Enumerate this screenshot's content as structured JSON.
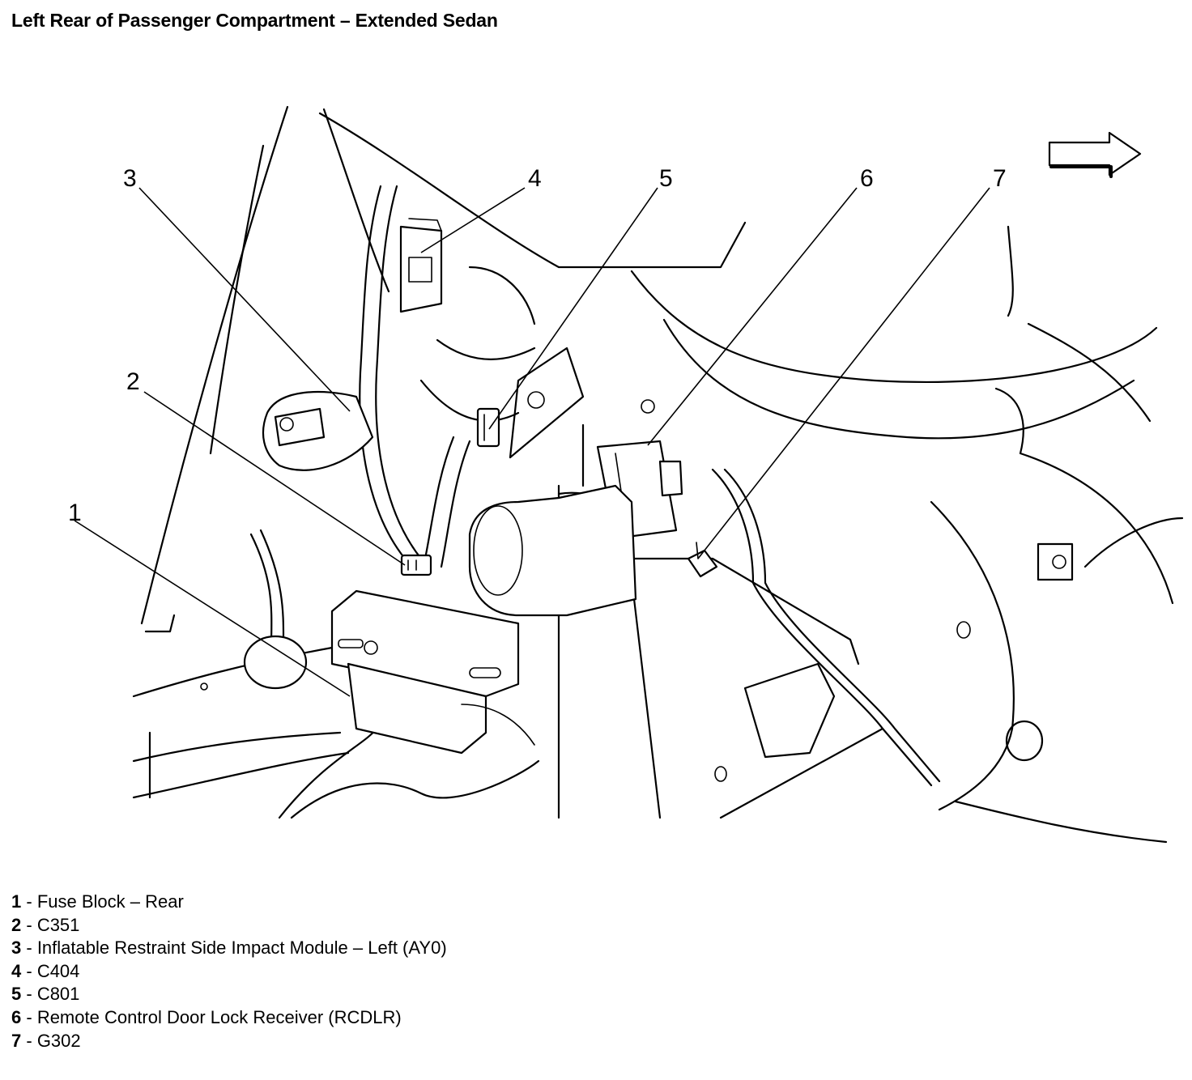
{
  "title": "Left Rear of Passenger Compartment – Extended Sedan",
  "callouts": [
    "1",
    "2",
    "3",
    "4",
    "5",
    "6",
    "7"
  ],
  "legend": [
    {
      "num": "1",
      "sep": " - ",
      "text": "Fuse Block – Rear"
    },
    {
      "num": "2",
      "sep": " - ",
      "text": "C351"
    },
    {
      "num": "3",
      "sep": " - ",
      "text": "Inflatable Restraint Side Impact Module – Left (AY0)"
    },
    {
      "num": "4",
      "sep": " - ",
      "text": "C404"
    },
    {
      "num": "5",
      "sep": " - ",
      "text": "C801"
    },
    {
      "num": "6",
      "sep": " - ",
      "text": "Remote Control Door Lock Receiver (RCDLR)"
    },
    {
      "num": "7",
      "sep": " - ",
      "text": "G302"
    }
  ],
  "icons": {
    "direction": "forward-arrow-icon"
  }
}
